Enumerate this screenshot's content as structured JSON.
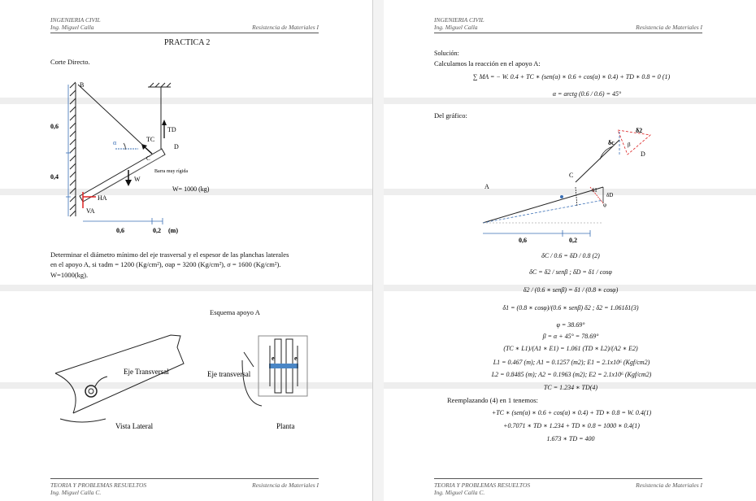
{
  "left_page": {
    "header": {
      "line1": "INGENIERIA CIVIL",
      "line2": "Ing. Miguel Calla",
      "right": "Resistencia de Materiales I"
    },
    "title": "PRACTICA 2",
    "subtitle": "Corte Directo.",
    "figure1": {
      "B": "B",
      "D": "D",
      "C": "C",
      "TC": "TC",
      "TD": "TD",
      "alpha": "α",
      "dim_06": "0,6",
      "dim_04": "0,4",
      "dim_h06": "0,6",
      "dim_h02": "0,2",
      "unit": "(m)",
      "barra": "Barra muy rígida",
      "W": "W",
      "weight": "W= 1000 (kg)",
      "HA": "HA",
      "VA": "VA"
    },
    "problem": {
      "line1": "Determinar el diámetro mínimo del eje trasversal  y el espesor de las planchas laterales",
      "line2": "en el apoyo A, si τadm = 1200 (Kg/cm²), σap = 3200 (Kg/cm²), σ = 1600 (Kg/cm²).",
      "line3": "W=1000(kg)."
    },
    "figure2": {
      "title": "Esquema apoyo A",
      "eje": "Eje  Transversal",
      "eje2": "Eje transversal",
      "vista": "Vista Lateral",
      "planta": "Planta",
      "e": "e"
    },
    "footer": {
      "line1": "TEORIA Y PROBLEMAS RESUELTOS",
      "line2": "Ing. Miguel Calla C.",
      "right": "Resistencia de Materiales  I"
    }
  },
  "right_page": {
    "header": {
      "line1": "INGENIERIA CIVIL",
      "line2": "Ing. Miguel Calla",
      "right": "Resistencia de Materiales I"
    },
    "solucion": "Solución:",
    "calc_intro": "Calculamos la reacción en el apoyo A:",
    "eq1": "∑ MA = − W. 0.4 + TC ∗ (sen(α) ∗ 0.6 + cos(α) ∗ 0.4) + TD ∗ 0.8 = 0 (1)",
    "eq_alpha": "α = arctg (0.6 / 0.6) = 45°",
    "del_grafico": "Del gráfico:",
    "figure3": {
      "d2": "δ2",
      "dc": "δc",
      "beta": "β",
      "D": "D",
      "C": "C",
      "A": "A",
      "d1": "δ1",
      "dD": "δD",
      "phi": "φ",
      "dim_06": "0,6",
      "dim_02": "0,2"
    },
    "eqs": [
      "δC / 0.6 = δD / 0.8  (2)",
      "δC = δ2 / senβ ;  δD = δ1 / cosφ",
      "δ2 / (0.6 ∗ senβ) = δ1 / (0.8 ∗ cosφ)",
      "δ1 = (0.8 ∗ cosφ)/(0.6 ∗ senβ) δ2 ;   δ2 = 1.061δ1(3)",
      "φ = 38.69°",
      "β = α + 45° = 78.69°",
      "(TC ∗ L1)/(A1 ∗ E1) = 1.061 (TD ∗ L2)/(A2 ∗ E2)",
      "L1 = 0.467 (m);  A1 = 0.1257 (m2);  E1 = 2.1x10⁶ (Kgf/cm2)",
      "L2 = 0.8485 (m); A2 = 0.1963 (m2);  E2 = 2.1x10⁶ (Kgf/cm2)",
      "TC = 1.234 ∗ TD(4)"
    ],
    "reemplazando": "Reemplazando (4) en 1 tenemos:",
    "eqs2": [
      "+TC ∗ (sen(α) ∗ 0.6 + cos(α) ∗ 0.4) + TD ∗ 0.8 = W. 0.4(1)",
      "+0.7071 ∗ TD ∗ 1.234 + TD ∗ 0.8 =  1000 ∗ 0.4(1)",
      "1.673 ∗ TD =  400"
    ],
    "footer": {
      "line1": "TEORIA Y PROBLEMAS RESUELTOS",
      "line2": "Ing. Miguel Calla C.",
      "right": "Resistencia de Materiales  I"
    }
  }
}
